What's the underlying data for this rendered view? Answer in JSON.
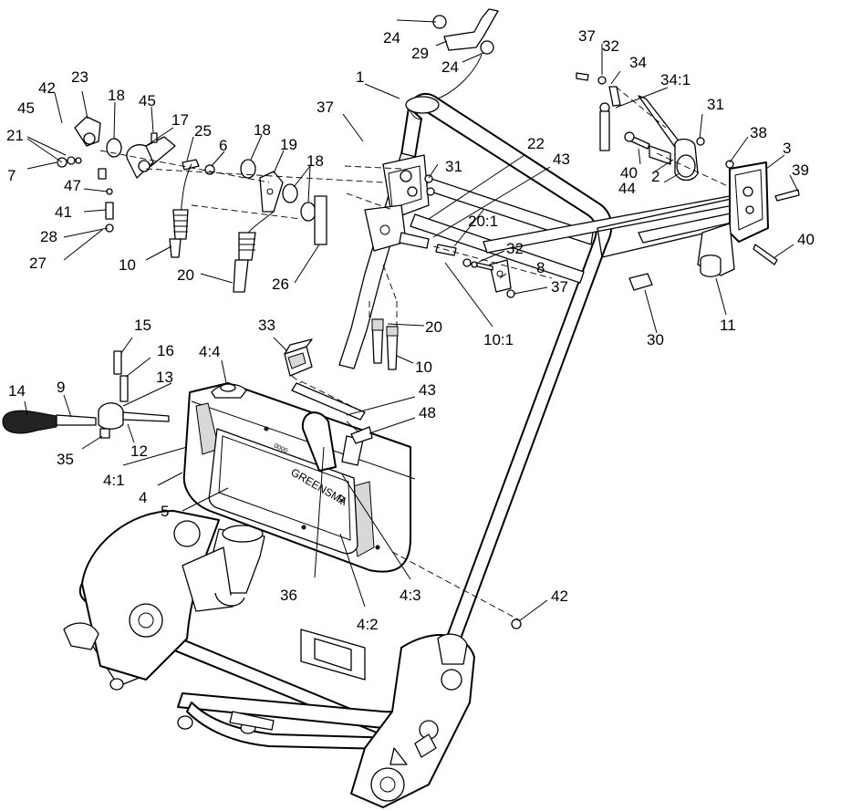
{
  "callouts": [
    {
      "id": "c-1",
      "text": "1"
    },
    {
      "id": "c-2",
      "text": "2"
    },
    {
      "id": "c-3",
      "text": "3"
    },
    {
      "id": "c-4",
      "text": "4"
    },
    {
      "id": "c-4-1",
      "text": "4:1"
    },
    {
      "id": "c-4-2",
      "text": "4:2"
    },
    {
      "id": "c-4-3",
      "text": "4:3"
    },
    {
      "id": "c-4-4",
      "text": "4:4"
    },
    {
      "id": "c-5",
      "text": "5"
    },
    {
      "id": "c-6",
      "text": "6"
    },
    {
      "id": "c-7",
      "text": "7"
    },
    {
      "id": "c-8",
      "text": "8"
    },
    {
      "id": "c-9",
      "text": "9"
    },
    {
      "id": "c-10-a",
      "text": "10"
    },
    {
      "id": "c-10-b",
      "text": "10"
    },
    {
      "id": "c-10-1",
      "text": "10:1"
    },
    {
      "id": "c-11",
      "text": "11"
    },
    {
      "id": "c-12",
      "text": "12"
    },
    {
      "id": "c-13",
      "text": "13"
    },
    {
      "id": "c-14",
      "text": "14"
    },
    {
      "id": "c-15",
      "text": "15"
    },
    {
      "id": "c-16",
      "text": "16"
    },
    {
      "id": "c-17",
      "text": "17"
    },
    {
      "id": "c-18-a",
      "text": "18"
    },
    {
      "id": "c-18-b",
      "text": "18"
    },
    {
      "id": "c-18-c",
      "text": "18"
    },
    {
      "id": "c-19",
      "text": "19"
    },
    {
      "id": "c-20-a",
      "text": "20"
    },
    {
      "id": "c-20-b",
      "text": "20"
    },
    {
      "id": "c-20-1",
      "text": "20:1"
    },
    {
      "id": "c-21",
      "text": "21"
    },
    {
      "id": "c-22",
      "text": "22"
    },
    {
      "id": "c-23",
      "text": "23"
    },
    {
      "id": "c-24-a",
      "text": "24"
    },
    {
      "id": "c-24-b",
      "text": "24"
    },
    {
      "id": "c-25",
      "text": "25"
    },
    {
      "id": "c-26",
      "text": "26"
    },
    {
      "id": "c-27",
      "text": "27"
    },
    {
      "id": "c-28",
      "text": "28"
    },
    {
      "id": "c-29",
      "text": "29"
    },
    {
      "id": "c-30",
      "text": "30"
    },
    {
      "id": "c-31-a",
      "text": "31"
    },
    {
      "id": "c-31-b",
      "text": "31"
    },
    {
      "id": "c-32-a",
      "text": "32"
    },
    {
      "id": "c-32-b",
      "text": "32"
    },
    {
      "id": "c-33",
      "text": "33"
    },
    {
      "id": "c-34",
      "text": "34"
    },
    {
      "id": "c-34-1",
      "text": "34:1"
    },
    {
      "id": "c-35",
      "text": "35"
    },
    {
      "id": "c-36",
      "text": "36"
    },
    {
      "id": "c-37-a",
      "text": "37"
    },
    {
      "id": "c-37-b",
      "text": "37"
    },
    {
      "id": "c-37-c",
      "text": "37"
    },
    {
      "id": "c-38",
      "text": "38"
    },
    {
      "id": "c-39",
      "text": "39"
    },
    {
      "id": "c-40-a",
      "text": "40"
    },
    {
      "id": "c-40-b",
      "text": "40"
    },
    {
      "id": "c-41",
      "text": "41"
    },
    {
      "id": "c-42-a",
      "text": "42"
    },
    {
      "id": "c-42-b",
      "text": "42"
    },
    {
      "id": "c-43-a",
      "text": "43"
    },
    {
      "id": "c-43-b",
      "text": "43"
    },
    {
      "id": "c-44",
      "text": "44"
    },
    {
      "id": "c-45-a",
      "text": "45"
    },
    {
      "id": "c-45-b",
      "text": "45"
    },
    {
      "id": "c-47",
      "text": "47"
    },
    {
      "id": "c-48",
      "text": "48"
    }
  ],
  "decals": {
    "brand": "GREENSMA",
    "brand_suffix": "R",
    "small_mark": "0000"
  }
}
